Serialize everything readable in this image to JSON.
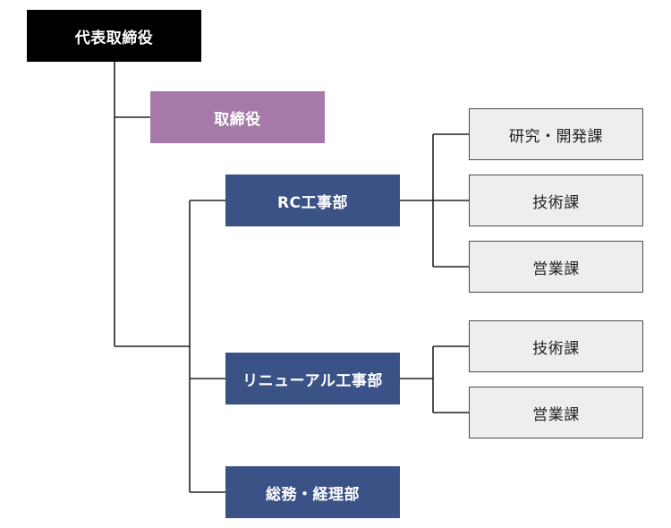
{
  "org": {
    "ceo": "代表取締役",
    "director": "取締役",
    "departments": {
      "rc": {
        "name": "RC工事部",
        "sections": [
          "研究・開発課",
          "技術課",
          "営業課"
        ]
      },
      "renewal": {
        "name": "リニューアル工事部",
        "sections": [
          "技術課",
          "営業課"
        ]
      },
      "general": {
        "name": "総務・経理部"
      }
    }
  },
  "colors": {
    "ceo": "#000000",
    "director": "#a57aa8",
    "department": "#3a5286",
    "section_fill": "#eeeeee",
    "section_border": "#4a4a4a",
    "line": "#222222"
  }
}
